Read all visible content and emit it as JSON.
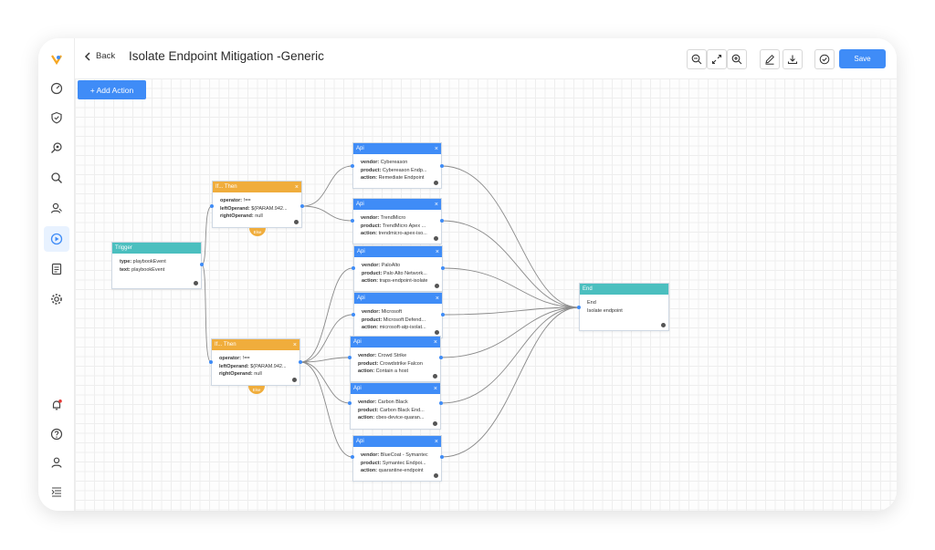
{
  "topbar": {
    "back_label": "Back",
    "title": "Isolate Endpoint Mitigation -Generic",
    "save_label": "Save"
  },
  "canvas": {
    "add_action_label": "+ Add Action",
    "else_label": "Else"
  },
  "nodes": {
    "trigger": {
      "header": "Trigger",
      "lines": [
        {
          "k": "type:",
          "v": "playbookEvent"
        },
        {
          "k": "text:",
          "v": "playbookEvent"
        }
      ]
    },
    "if1": {
      "header": "If... Then",
      "lines": [
        {
          "k": "operator:",
          "v": "!=="
        },
        {
          "k": "leftOperand:",
          "v": "$(PARAM.942..."
        },
        {
          "k": "rightOperand:",
          "v": "null"
        }
      ]
    },
    "if2": {
      "header": "If... Then",
      "lines": [
        {
          "k": "operator:",
          "v": "!=="
        },
        {
          "k": "leftOperand:",
          "v": "$(PARAM.942..."
        },
        {
          "k": "rightOperand:",
          "v": "null"
        }
      ]
    },
    "api1": {
      "header": "Api",
      "lines": [
        {
          "k": "vendor:",
          "v": "Cybereason"
        },
        {
          "k": "product:",
          "v": "Cybereason Endp..."
        },
        {
          "k": "action:",
          "v": "Remediate Endpoint"
        }
      ]
    },
    "api2": {
      "header": "Api",
      "lines": [
        {
          "k": "vendor:",
          "v": "TrendMicro"
        },
        {
          "k": "product:",
          "v": "TrendMicro Apex ..."
        },
        {
          "k": "action:",
          "v": "trendmicro-apex-iso..."
        }
      ]
    },
    "api3": {
      "header": "Api",
      "lines": [
        {
          "k": "vendor:",
          "v": "PaloAlto"
        },
        {
          "k": "product:",
          "v": "Palo Alto Network..."
        },
        {
          "k": "action:",
          "v": "traps-endpoint-isolate"
        }
      ]
    },
    "api4": {
      "header": "Api",
      "lines": [
        {
          "k": "vendor:",
          "v": "Microsoft"
        },
        {
          "k": "product:",
          "v": "Microsoft Defend..."
        },
        {
          "k": "action:",
          "v": "microsoft-atp-isolat..."
        }
      ]
    },
    "api5": {
      "header": "Api",
      "lines": [
        {
          "k": "vendor:",
          "v": "Crowd Strike"
        },
        {
          "k": "product:",
          "v": "Crowdstrike Falcon"
        },
        {
          "k": "action:",
          "v": "Contain a host"
        }
      ]
    },
    "api6": {
      "header": "Api",
      "lines": [
        {
          "k": "vendor:",
          "v": "Carbon Black"
        },
        {
          "k": "product:",
          "v": "Carbon Black End..."
        },
        {
          "k": "action:",
          "v": "cbes-device-quaran..."
        }
      ]
    },
    "api7": {
      "header": "Api",
      "lines": [
        {
          "k": "vendor:",
          "v": "BlueCoat - Symantec"
        },
        {
          "k": "product:",
          "v": "Symantec Endpoi..."
        },
        {
          "k": "action:",
          "v": "quarantine-endpoint"
        }
      ]
    },
    "end": {
      "header": "End",
      "lines": [
        {
          "k": "",
          "v": "End"
        },
        {
          "k": "",
          "v": "Isolate endpoint"
        }
      ]
    }
  },
  "icons": {
    "sidebar": [
      "logo-icon",
      "dashboard-icon",
      "shield-icon",
      "threat-hunt-icon",
      "search-icon",
      "users-icon",
      "playbook-icon",
      "reports-icon",
      "settings-icon",
      "bell-icon",
      "help-icon",
      "profile-icon",
      "menu-icon"
    ],
    "toolbar": [
      "zoom-out-icon",
      "fit-icon",
      "zoom-in-icon",
      "edit-icon",
      "download-icon",
      "check-icon"
    ]
  },
  "colors": {
    "primary": "#3f8cf7",
    "condition": "#f0ad3c",
    "terminal": "#4bbfbf",
    "notification": "#e53935"
  }
}
